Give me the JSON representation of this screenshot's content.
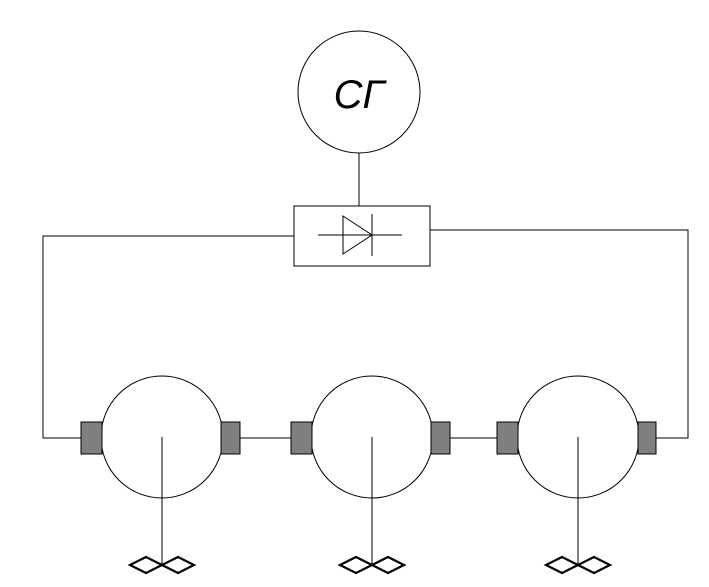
{
  "diagram": {
    "generator_label": "СГ",
    "colors": {
      "line": "#000000",
      "brush_fill": "#7f7f7f",
      "background": "#ffffff"
    },
    "components": [
      {
        "id": "generator",
        "type": "synchronous-generator",
        "icon": "circle"
      },
      {
        "id": "rectifier",
        "type": "rectifier",
        "icon": "diode"
      },
      {
        "id": "motor-1",
        "type": "motor",
        "icon": "circle"
      },
      {
        "id": "motor-2",
        "type": "motor",
        "icon": "circle"
      },
      {
        "id": "motor-3",
        "type": "motor",
        "icon": "circle"
      }
    ],
    "propellers": [
      {
        "motor": "motor-1",
        "icon": "propeller"
      },
      {
        "motor": "motor-2",
        "icon": "propeller"
      },
      {
        "motor": "motor-3",
        "icon": "propeller"
      }
    ]
  }
}
